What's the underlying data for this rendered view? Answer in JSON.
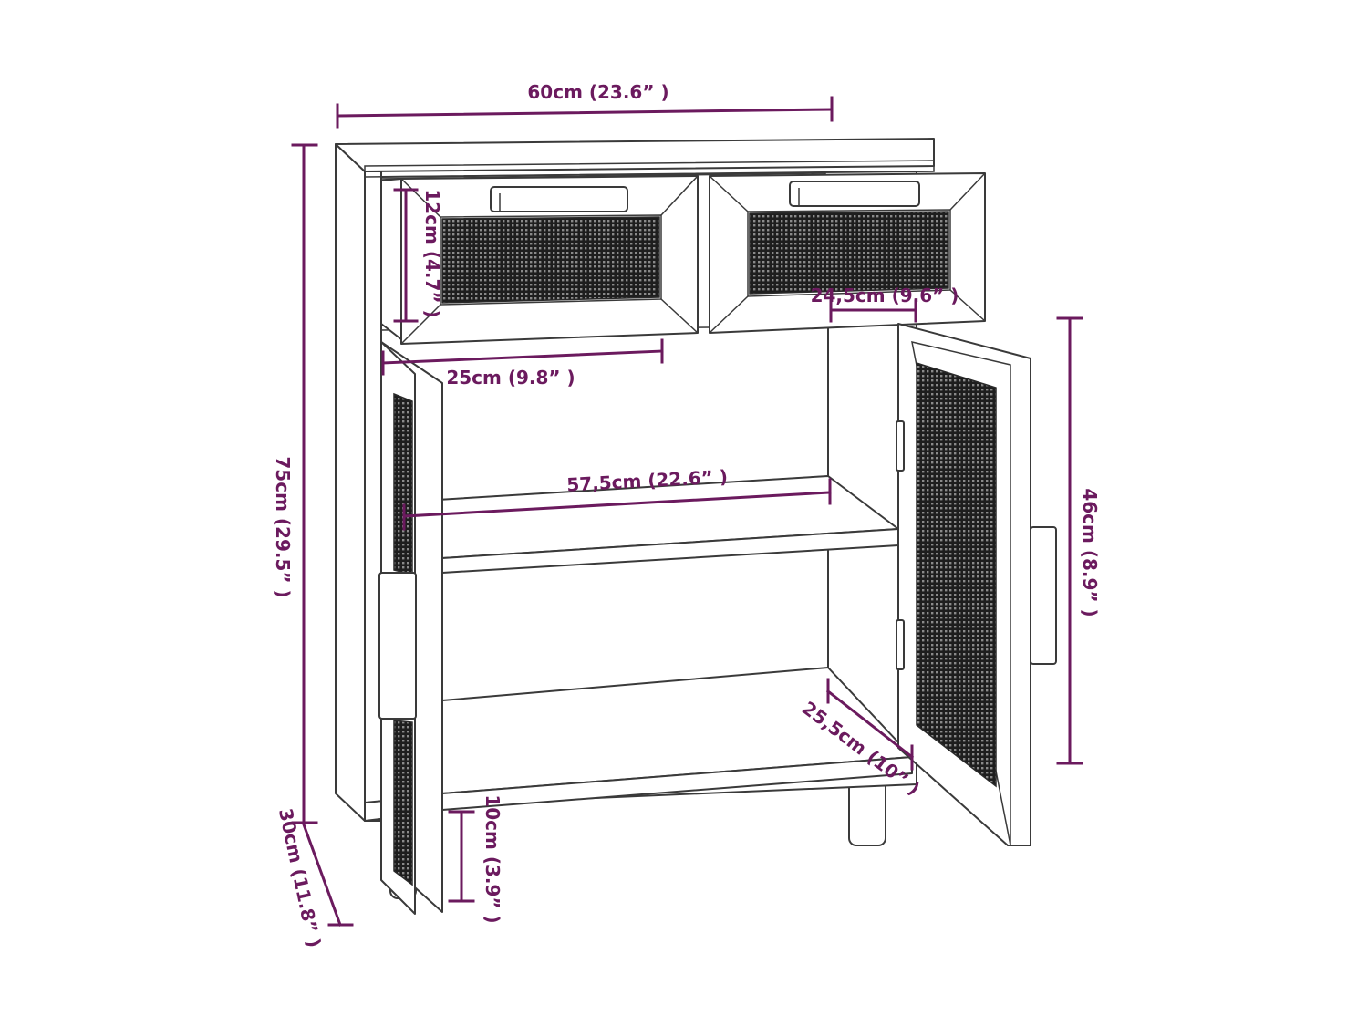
{
  "colors": {
    "dimension": "#6b1a5e",
    "outline": "#3a3a3a",
    "mesh": "#2a2a2a"
  },
  "dimensions": {
    "width": "60cm (23.6” )",
    "height": "75cm (29.5” )",
    "depth": "30cm (11.8” )",
    "drawer_height": "12cm (4.7” )",
    "drawer_width": "25cm (9.8” )",
    "drawer_depth": "24,5cm (9.6” )",
    "shelf_width": "57,5cm (22.6” )",
    "door_height": "46cm (8.9” )",
    "inner_depth": "25,5cm (10” )",
    "leg_height": "10cm (3.9” )"
  }
}
